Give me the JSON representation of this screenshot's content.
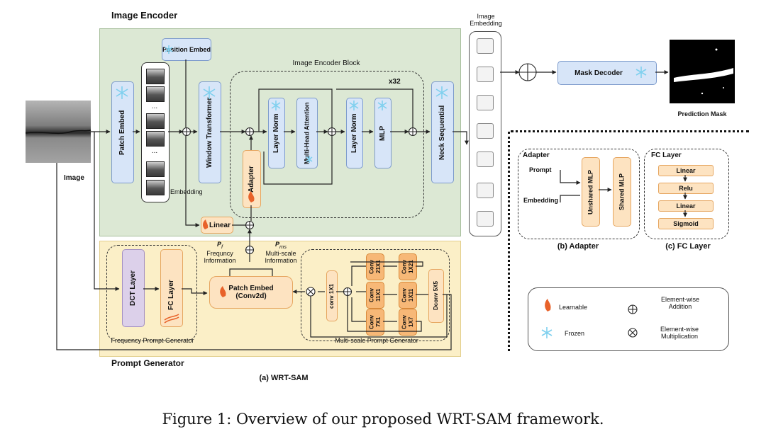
{
  "encoder": {
    "title": "Image Encoder",
    "block_title": "Image Encoder Block",
    "repeat": "x32",
    "position_embed": "Position Embed",
    "patch_embed": "Patch Embed",
    "window_transformer": "Window Transformer",
    "layer_norm_1": "Layer Norm",
    "mhsa": "Multi-Head Attention",
    "layer_norm_2": "Layer Norm",
    "mlp": "MLP",
    "neck": "Neck Sequential",
    "adapter": "Adapter",
    "linear": "Linear",
    "embedding_label": "Embedding",
    "ellipsis": "..."
  },
  "input": {
    "image_label": "Image"
  },
  "image_embedding": {
    "label": "Image Embedding"
  },
  "decoder": {
    "mask_decoder": "Mask Decoder",
    "prediction_mask": "Prediction Mask"
  },
  "prompt_generator": {
    "title": "Prompt Generator",
    "frequency": {
      "title": "Frequency Prompt Generator",
      "dct": "DCT Layer",
      "fc": "FC Layer",
      "pf_symbol": "P",
      "pf_sub": "f",
      "pf_desc": "Frequncy Information"
    },
    "patch_embed": "Patch Embed (Conv2d)",
    "multiscale": {
      "title": "Multi-scale Prompt Generator",
      "pms_symbol": "P",
      "pms_sub": "ms",
      "pms_desc": "Multi-scale Information",
      "conv1x1": "conv 1X1",
      "convs": [
        "Conv 21X1",
        "Conv 1X21",
        "Conv 11X1",
        "Conv 1X11",
        "Conv 7X1",
        "Conv 1X7"
      ],
      "dconv": "Dconv 5X5"
    }
  },
  "adapter_detail": {
    "title": "Adapter",
    "prompt": "Prompt",
    "embedding": "Embedding",
    "unshared": "Unshared MLP",
    "shared": "Shared MLP",
    "caption": "(b) Adapter"
  },
  "fc_detail": {
    "title": "FC Layer",
    "layers": [
      "Linear",
      "Relu",
      "Linear",
      "Sigmoid"
    ],
    "caption": "(c) FC Layer"
  },
  "legend": {
    "learnable": "Learnable",
    "frozen": "Frozen",
    "addition": "Element-wise Addition",
    "multiplication": "Element-wise Multiplication"
  },
  "caption_a": "(a) WRT-SAM",
  "figure_caption": "Figure 1: Overview of our proposed WRT-SAM framework.",
  "colors": {
    "frozen_blue": "#d7e5f8",
    "learnable_orange": "#fde3c1",
    "encoder_bg": "#dce8d4",
    "prompt_bg": "#fbefc7"
  }
}
